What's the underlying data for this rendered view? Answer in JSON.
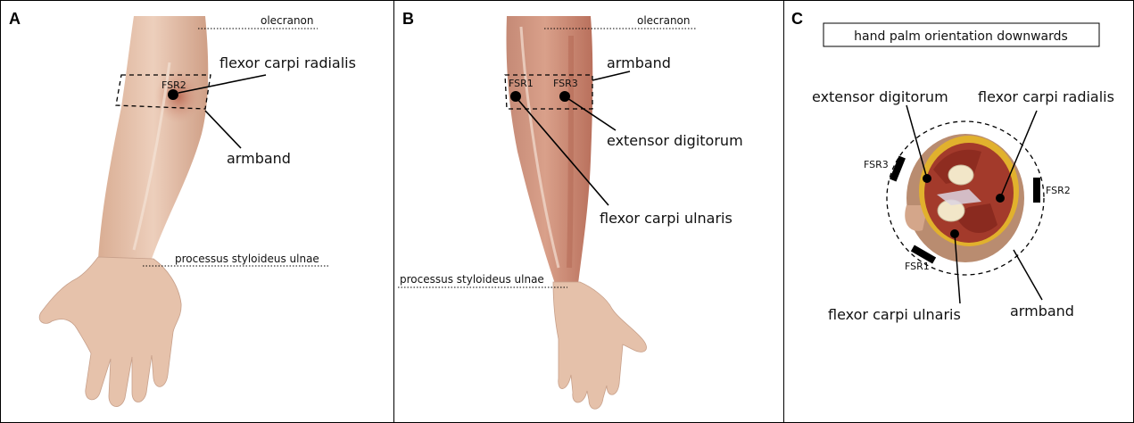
{
  "panels": [
    {
      "letter": "A",
      "labels": {
        "olecranon": "olecranon",
        "muscle": "flexor carpi radialis",
        "sensor": "FSR2",
        "armband": "armband",
        "styloid": "processus styloideus ulnae"
      }
    },
    {
      "letter": "B",
      "labels": {
        "olecranon": "olecranon",
        "armband": "armband",
        "sensor1": "FSR1",
        "sensor3": "FSR3",
        "muscle_ext": "extensor digitorum",
        "muscle_fcu": "flexor carpi ulnaris",
        "styloid": "processus styloideus ulnae"
      }
    },
    {
      "letter": "C",
      "labels": {
        "orientation": "hand palm orientation downwards",
        "extensor": "extensor digitorum",
        "flexor_radialis": "flexor carpi radialis",
        "sensor3": "FSR3",
        "sensor2": "FSR2",
        "sensor1": "FSR1",
        "flexor_ulnaris": "flexor carpi ulnaris",
        "armband": "armband"
      }
    }
  ],
  "colors": {
    "skin": "#e7c3ac",
    "skin_shadow": "#c99f87",
    "muscle": "#c47a62",
    "muscle_dark": "#9b3a2a",
    "fat": "#e8b42a",
    "bone": "#f2e6c8",
    "sensor": "#000000"
  }
}
